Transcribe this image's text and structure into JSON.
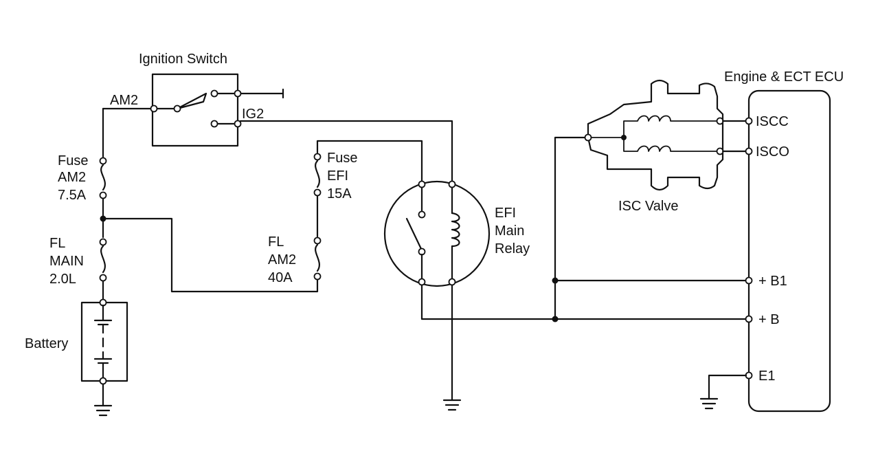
{
  "labels": {
    "ignition_switch": "Ignition Switch",
    "am2": "AM2",
    "ig2": "IG2",
    "fuse_am2_line1": "Fuse",
    "fuse_am2_line2": "AM2",
    "fuse_am2_line3": "7.5A",
    "fl_main_line1": "FL",
    "fl_main_line2": "MAIN",
    "fl_main_line3": "2.0L",
    "battery": "Battery",
    "fuse_efi_line1": "Fuse",
    "fuse_efi_line2": "EFI",
    "fuse_efi_line3": "15A",
    "fl_am2_line1": "FL",
    "fl_am2_line2": "AM2",
    "fl_am2_line3": "40A",
    "relay_line1": "EFI",
    "relay_line2": "Main",
    "relay_line3": "Relay",
    "isc_valve": "ISC Valve",
    "ecu_title": "Engine & ECT ECU",
    "pin_iscc": "ISCC",
    "pin_isco": "ISCO",
    "pin_b1": "+ B1",
    "pin_b": "+ B",
    "pin_e1": "E1"
  }
}
